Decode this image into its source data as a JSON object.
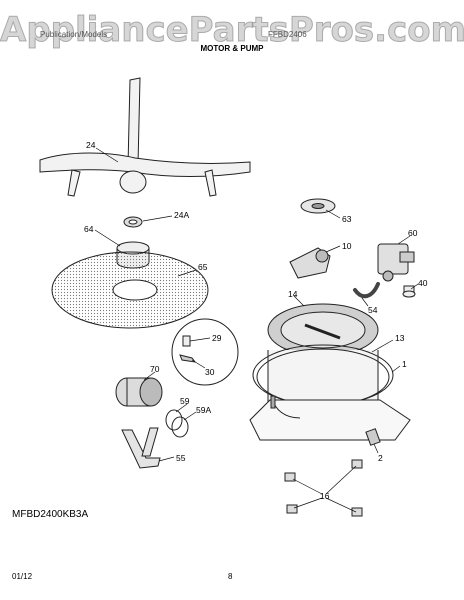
{
  "watermark": "AppliancePartsPros.com",
  "header": {
    "left_text": "Publication/Models",
    "mid_text": "FFBD2406",
    "title": "MOTOR & PUMP"
  },
  "parts": [
    {
      "id": "p24",
      "label": "24"
    },
    {
      "id": "p24a",
      "label": "24A"
    },
    {
      "id": "p64",
      "label": "64"
    },
    {
      "id": "p65",
      "label": "65"
    },
    {
      "id": "p63",
      "label": "63"
    },
    {
      "id": "p10",
      "label": "10"
    },
    {
      "id": "p60",
      "label": "60"
    },
    {
      "id": "p40",
      "label": "40"
    },
    {
      "id": "p54",
      "label": "54"
    },
    {
      "id": "p14",
      "label": "14"
    },
    {
      "id": "p13",
      "label": "13"
    },
    {
      "id": "p1",
      "label": "1"
    },
    {
      "id": "p29",
      "label": "29"
    },
    {
      "id": "p30",
      "label": "30"
    },
    {
      "id": "p70",
      "label": "70"
    },
    {
      "id": "p59",
      "label": "59"
    },
    {
      "id": "p59a",
      "label": "59A"
    },
    {
      "id": "p55",
      "label": "55"
    },
    {
      "id": "p2",
      "label": "2"
    },
    {
      "id": "p16",
      "label": "16"
    }
  ],
  "model_code": "MFBD2400KB3A",
  "footer": {
    "date": "01/12",
    "page": "8"
  }
}
